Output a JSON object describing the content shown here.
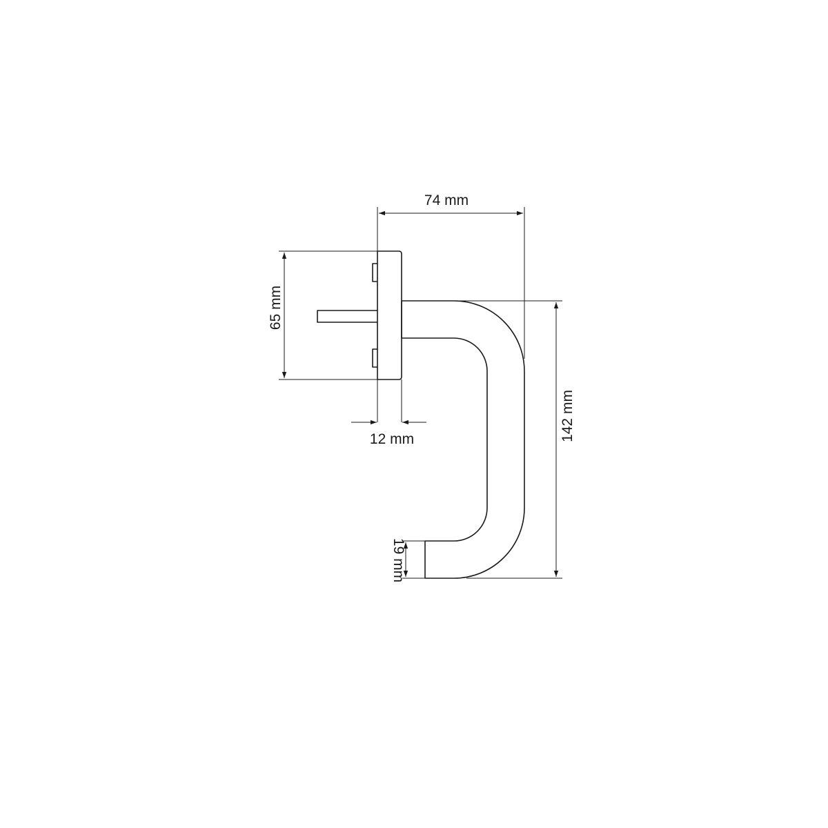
{
  "dimensions": {
    "width_total": "74 mm",
    "rosette_height": "65 mm",
    "rosette_depth": "12 mm",
    "handle_height": "142 mm",
    "grip_thickness": "19 mm"
  },
  "colors": {
    "line": "#1a1a1a",
    "background": "#ffffff"
  }
}
